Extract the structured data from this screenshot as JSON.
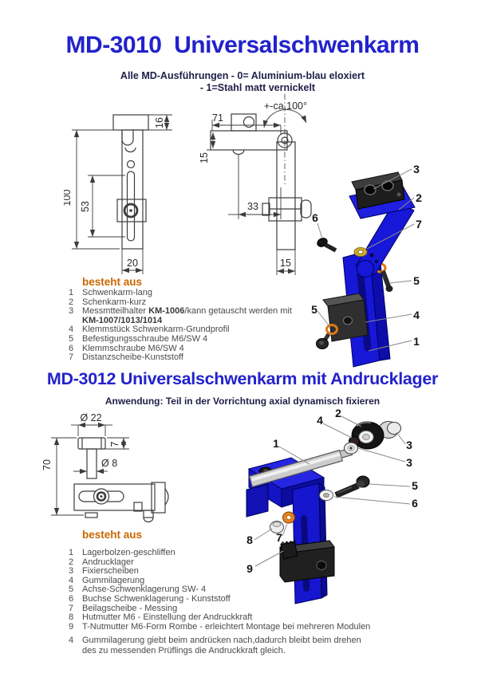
{
  "page": {
    "title_blue": "#2222cc",
    "subtitle_navy": "#20204a",
    "heading_orange": "#cc6600",
    "render_blue": "#1717d8",
    "washer_orange": "#e07818"
  },
  "section1": {
    "title": "MD-3010  Universalschwenkarm",
    "subtitle1": "Alle MD-Ausführungen - 0= Aluminium-blau eloxiert",
    "subtitle2": "- 1=Stahl matt vernickelt",
    "front_view": {
      "dim_height": "100",
      "dim_slot": "53",
      "dim_top": "16",
      "dim_width": "20"
    },
    "side_view": {
      "dim_length": "71",
      "dim_thickness": "15",
      "dim_offset": "33",
      "dim_width": "15",
      "dim_angle": "+-ca.100°"
    },
    "callouts": {
      "c1": "1",
      "c2": "2",
      "c3": "3",
      "c4": "4",
      "c5a": "5",
      "c5b": "5",
      "c6": "6",
      "c7": "7"
    },
    "parts_heading": "besteht aus",
    "parts": [
      {
        "no": "1",
        "segments": [
          {
            "t": "Schwenkarm-lang"
          }
        ]
      },
      {
        "no": "2",
        "segments": [
          {
            "t": "Schenkarm-kurz"
          }
        ]
      },
      {
        "no": "3",
        "segments": [
          {
            "t": "Messmtteilhalter "
          },
          {
            "t": "KM-1006",
            "b": true
          },
          {
            "t": "/kann getauscht werden mit"
          }
        ],
        "segments2": [
          {
            "t": "KM-1007/1013/1014",
            "b": true
          }
        ]
      },
      {
        "no": "4",
        "segments": [
          {
            "t": "Klemmstück  Schwenkarm-Grundprofil"
          }
        ]
      },
      {
        "no": "5",
        "segments": [
          {
            "t": "Befestigungsschraube M6/SW 4"
          }
        ]
      },
      {
        "no": "6",
        "segments": [
          {
            "t": "Klemmschraube M6/SW 4"
          }
        ]
      },
      {
        "no": "7",
        "segments": [
          {
            "t": "Distanzscheibe-Kunststoff"
          }
        ]
      }
    ]
  },
  "section2": {
    "title": "MD-3012 Universalschwenkarm mit Andrucklager",
    "subtitle": "Anwendung: Teil in der Vorrichtung axial dynamisch fixieren",
    "bearing_view": {
      "dim_dia_top": "Ø 22",
      "dim_ring": "7",
      "dim_dia_shaft": "Ø 8",
      "dim_height": "70"
    },
    "callouts": {
      "c1": "1",
      "c2": "2",
      "c3a": "3",
      "c3b": "3",
      "c4": "4",
      "c5": "5",
      "c6": "6",
      "c7": "7",
      "c8": "8",
      "c9": "9"
    },
    "parts_heading": "besteht aus",
    "parts": [
      {
        "no": "1",
        "segments": [
          {
            "t": "Lagerbolzen-geschliffen"
          }
        ]
      },
      {
        "no": "2",
        "segments": [
          {
            "t": "Andrucklager"
          }
        ]
      },
      {
        "no": "3",
        "segments": [
          {
            "t": "Fixierscheiben"
          }
        ]
      },
      {
        "no": "4",
        "segments": [
          {
            "t": "Gummilagerung"
          }
        ]
      },
      {
        "no": "5",
        "segments": [
          {
            "t": "Achse-Schwenklagerung SW- 4"
          }
        ]
      },
      {
        "no": "6",
        "segments": [
          {
            "t": "Buchse Schwenklagerung - Kunststoff"
          }
        ]
      },
      {
        "no": "7",
        "segments": [
          {
            "t": "Beilagscheibe - Messing"
          }
        ]
      },
      {
        "no": "8",
        "segments": [
          {
            "t": "Hutmutter M6 - Einstellung der Andruckkraft"
          }
        ]
      },
      {
        "no": "9",
        "segments": [
          {
            "t": "T-Nutmutter M6-Form Rombe - erleichtert Montage bei mehreren Modulen"
          }
        ]
      }
    ]
  },
  "footnote": {
    "no": "4",
    "line1": "Gummilagerung giebt beim andrücken nach,dadurch bleibt beim drehen",
    "line2": "des zu messenden Prüflings die Andruckkraft gleich."
  }
}
